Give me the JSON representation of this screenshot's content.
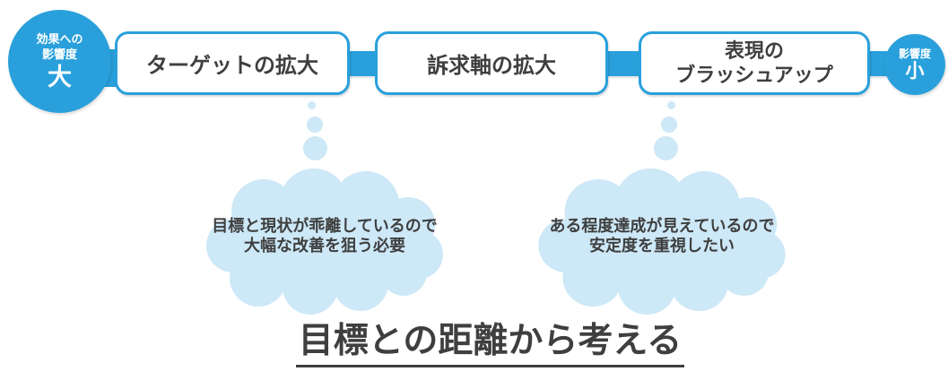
{
  "colors": {
    "accent_blue": "#29A0DB",
    "cloud_blue": "#CDE8F7",
    "text_dark": "#3F3F3F"
  },
  "scale": {
    "left_badge": {
      "label": "効果への\n影響度",
      "value": "大"
    },
    "right_badge": {
      "label": "影響度",
      "value": "小"
    }
  },
  "steps": [
    {
      "label": "ターゲットの拡大"
    },
    {
      "label": "訴求軸の拡大"
    },
    {
      "label": "表現の\nブラッシュアップ"
    }
  ],
  "thoughts": [
    {
      "text": "目標と現状が乖離しているので\n大幅な改善を狙う必要"
    },
    {
      "text": "ある程度達成が見えているので\n安定度を重視したい"
    }
  ],
  "title": "目標との距離から考える"
}
